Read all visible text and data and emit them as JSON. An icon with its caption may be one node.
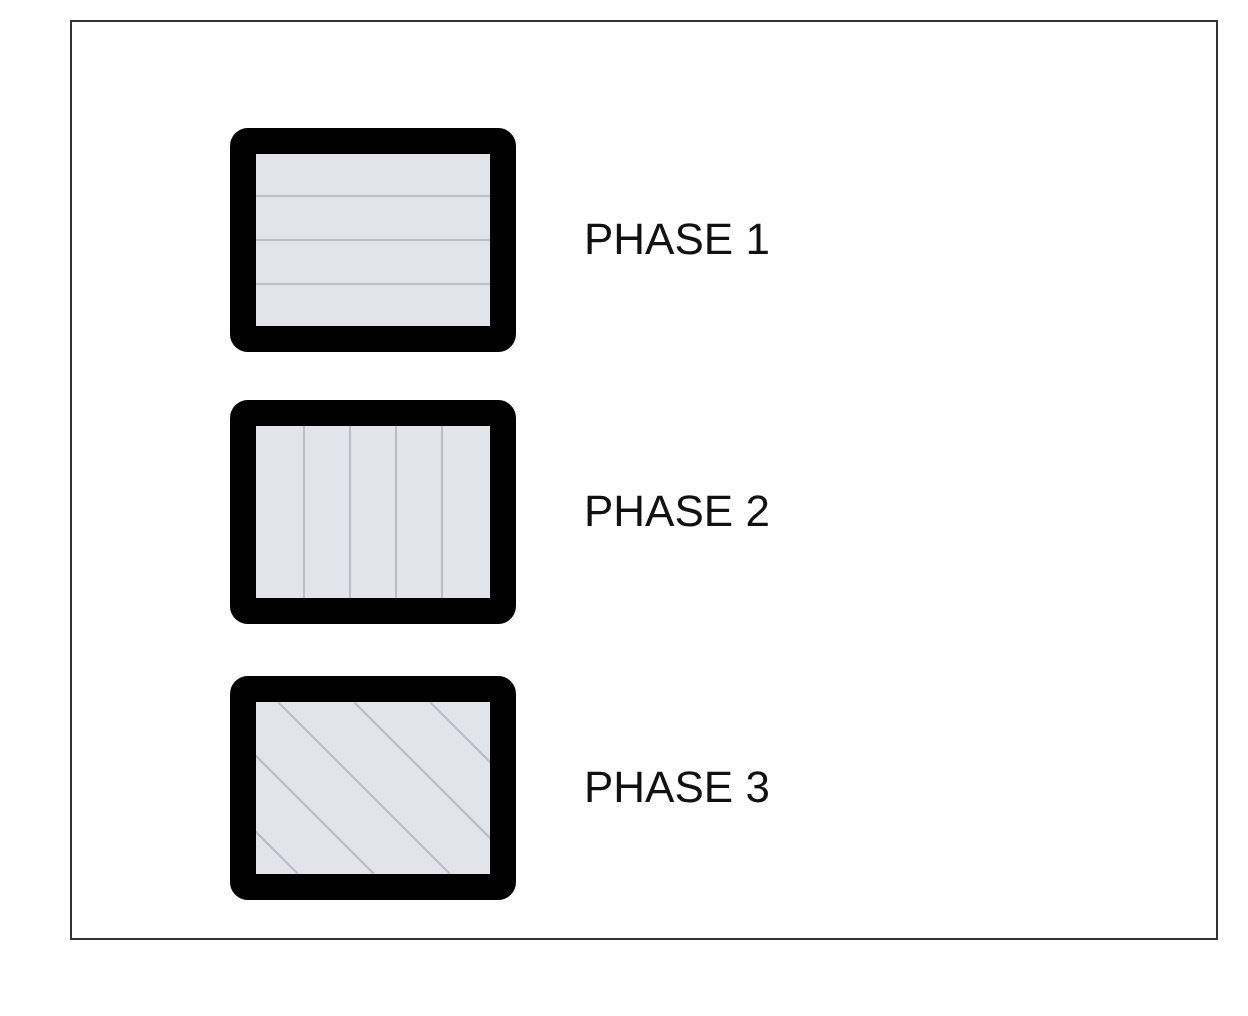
{
  "diagram": {
    "legend": [
      {
        "text": "PHASE 1"
      },
      {
        "text": "PHASE 2"
      },
      {
        "text": "PHASE 3"
      }
    ]
  }
}
